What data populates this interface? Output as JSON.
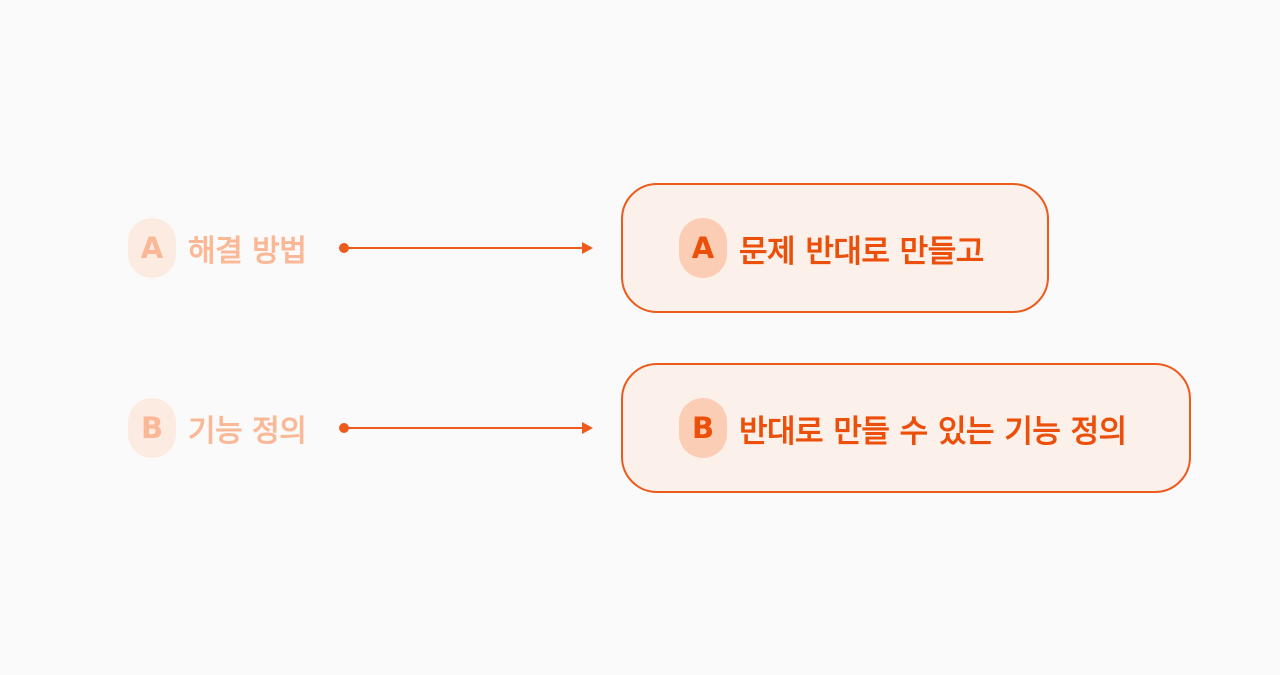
{
  "colors": {
    "background": "#fafafa",
    "accent": "#ec5a1c",
    "accent_text": "#ec4f0a",
    "faded_text": "#fbb896",
    "faded_badge_bg": "#fcebe1",
    "box_bg": "#fbf0ea",
    "box_badge_bg": "#fbcdb4"
  },
  "rows": [
    {
      "source": {
        "badge": "A",
        "label": "해결 방법"
      },
      "target": {
        "badge": "A",
        "label": "문제 반대로 만들고"
      }
    },
    {
      "source": {
        "badge": "B",
        "label": "기능 정의"
      },
      "target": {
        "badge": "B",
        "label": "반대로 만들 수 있는 기능 정의"
      }
    }
  ]
}
